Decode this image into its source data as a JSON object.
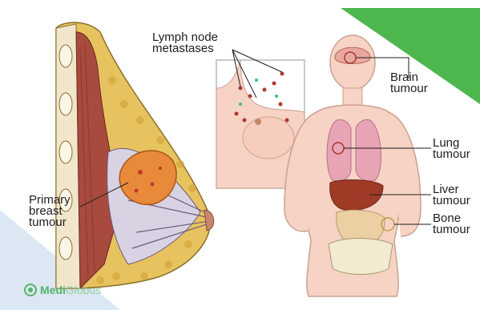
{
  "labels": {
    "lymph_node": [
      "Lymph node",
      "metastases"
    ],
    "brain": [
      "Brain",
      "tumour"
    ],
    "lung": [
      "Lung",
      "tumour"
    ],
    "liver": [
      "Liver",
      "tumour"
    ],
    "bone": [
      "Bone",
      "tumour"
    ],
    "primary": [
      "Primary",
      "breast",
      "tumour"
    ]
  },
  "logo": {
    "part1": "Medi",
    "part2": "Globus"
  },
  "colors": {
    "accent_green": "#58b368",
    "corner_blue": "#dbe7f3",
    "corner_green": "#4db64d",
    "fat": "#e2c25a",
    "muscle": "#a84a3e",
    "skin": "#f6d3c4",
    "tumour": "#e88a3a"
  }
}
